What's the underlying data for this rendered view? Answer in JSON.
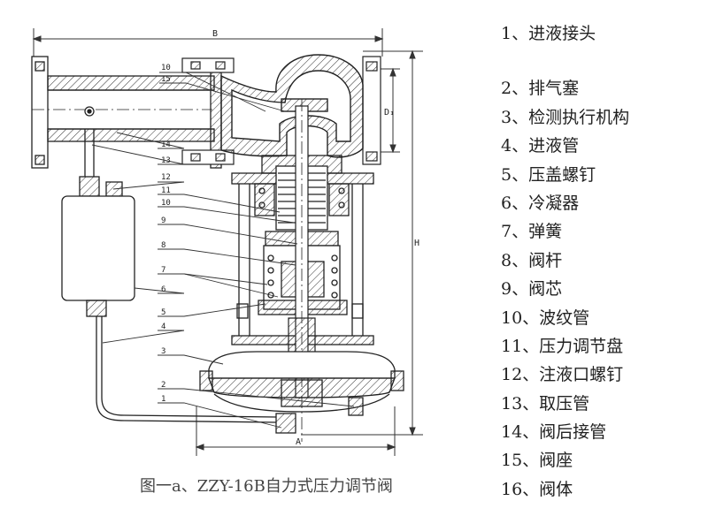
{
  "figure": {
    "caption": "图一a、ZZY-16B自力式压力调节阀",
    "dimensions": {
      "width": "B",
      "height": "H",
      "base": "A",
      "diameter": "D₁"
    },
    "callouts": [
      "10",
      "15",
      "14",
      "13",
      "12",
      "11",
      "10",
      "9",
      "8",
      "7",
      "6",
      "5",
      "4",
      "3",
      "2",
      "1"
    ]
  },
  "legend": [
    "1、进液接头",
    "2、排气塞",
    "3、检测执行机构",
    "4、进液管",
    "5、压盖螺钉",
    "6、冷凝器",
    "7、弹簧",
    "8、阀杆",
    "9、阀芯",
    "10、波纹管",
    "11、压力调节盘",
    "12、注液口螺钉",
    "13、取压管",
    "14、阀后接管",
    "15、阀座",
    "16、阀体"
  ]
}
